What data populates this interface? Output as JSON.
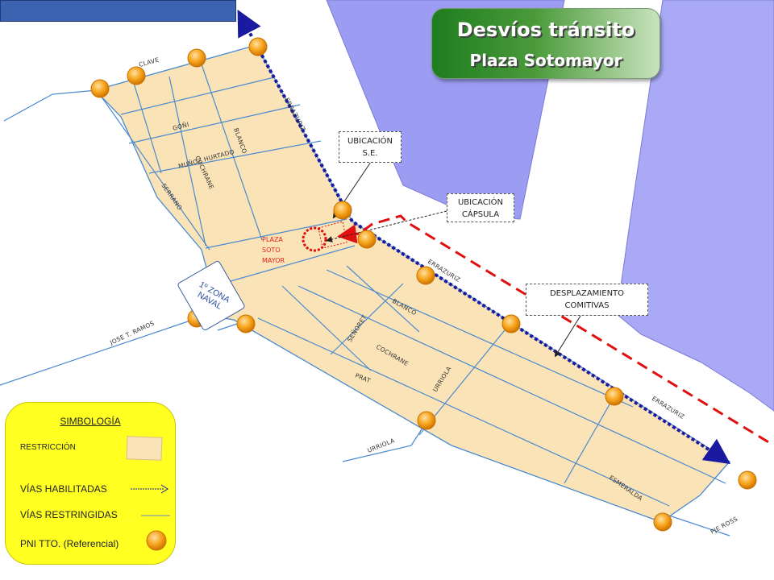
{
  "title": {
    "line1": "Desvíos tránsito",
    "line2": "Plaza Sotomayor"
  },
  "streets": {
    "clave": "CLAVE",
    "goni": "GOÑI",
    "blanco_top": "BLANCO",
    "munoz_hurtado": "MUÑOZ HURTADO",
    "cochrane_top": "COCHRANE",
    "serrano": "SERRANO",
    "errazuriz_top": "ERRAZURIZ",
    "errazuriz_mid": "ERRAZURIZ",
    "errazuriz_right": "ERRAZURIZ",
    "blanco_bottom": "BLANCO",
    "senoret": "SEÑORET",
    "cochrane_bottom": "COCHRANE",
    "prat": "PRAT",
    "urriola_mid": "URRIOLA",
    "urriola_bottom": "URRIOLA",
    "jose_t_ramos": "JOSE T. RAMOS",
    "esmeralda": "ESMERALDA",
    "pje_ross": "PJE ROSS"
  },
  "plaza": {
    "line1": "PLAZA",
    "line2": "SOTO",
    "line3": "MAYOR"
  },
  "zona_naval": "1º ZONA NAVAL",
  "callouts": {
    "ubicacion_se": [
      "UBICACIÓN",
      "S.E."
    ],
    "ubicacion_capsula": [
      "UBICACIÓN",
      "CÁPSULA"
    ],
    "desplazamiento": [
      "DESPLAZAMIENTO",
      "COMITIVAS"
    ]
  },
  "legend": {
    "title": "SIMBOLOGÍA",
    "restriccion": "RESTRICCIÓN",
    "vias_habilitadas": "VÍAS HABILITADAS",
    "vias_restringidas": "VÍAS RESTRINGIDAS",
    "pni": "PNI TTO. (Referencial)"
  },
  "colors": {
    "restriction_area": "#fae3b6",
    "sea": "#9999f0",
    "street_line": "#4a8ad0",
    "enabled_route": "#1a1aa0",
    "restricted_route": "#e01010",
    "pni_marker": "#f5a020",
    "legend_bg": "#ffff22"
  }
}
